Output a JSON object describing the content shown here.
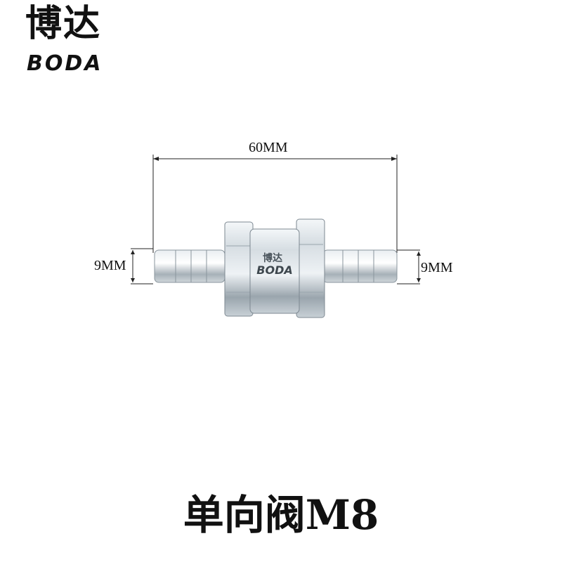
{
  "brand": {
    "name_cn": "博达",
    "name_en": "BODA"
  },
  "dimensions": {
    "total_length": "60MM",
    "left_diameter": "9MM",
    "right_diameter": "9MM"
  },
  "product": {
    "title": "单向阀M8",
    "body_marking_cn": "博达",
    "body_marking_en": "BODA"
  },
  "colors": {
    "metal_light": "#e8eef2",
    "metal_mid": "#b8c2c9",
    "metal_dark": "#6f7a83",
    "text": "#111111"
  }
}
